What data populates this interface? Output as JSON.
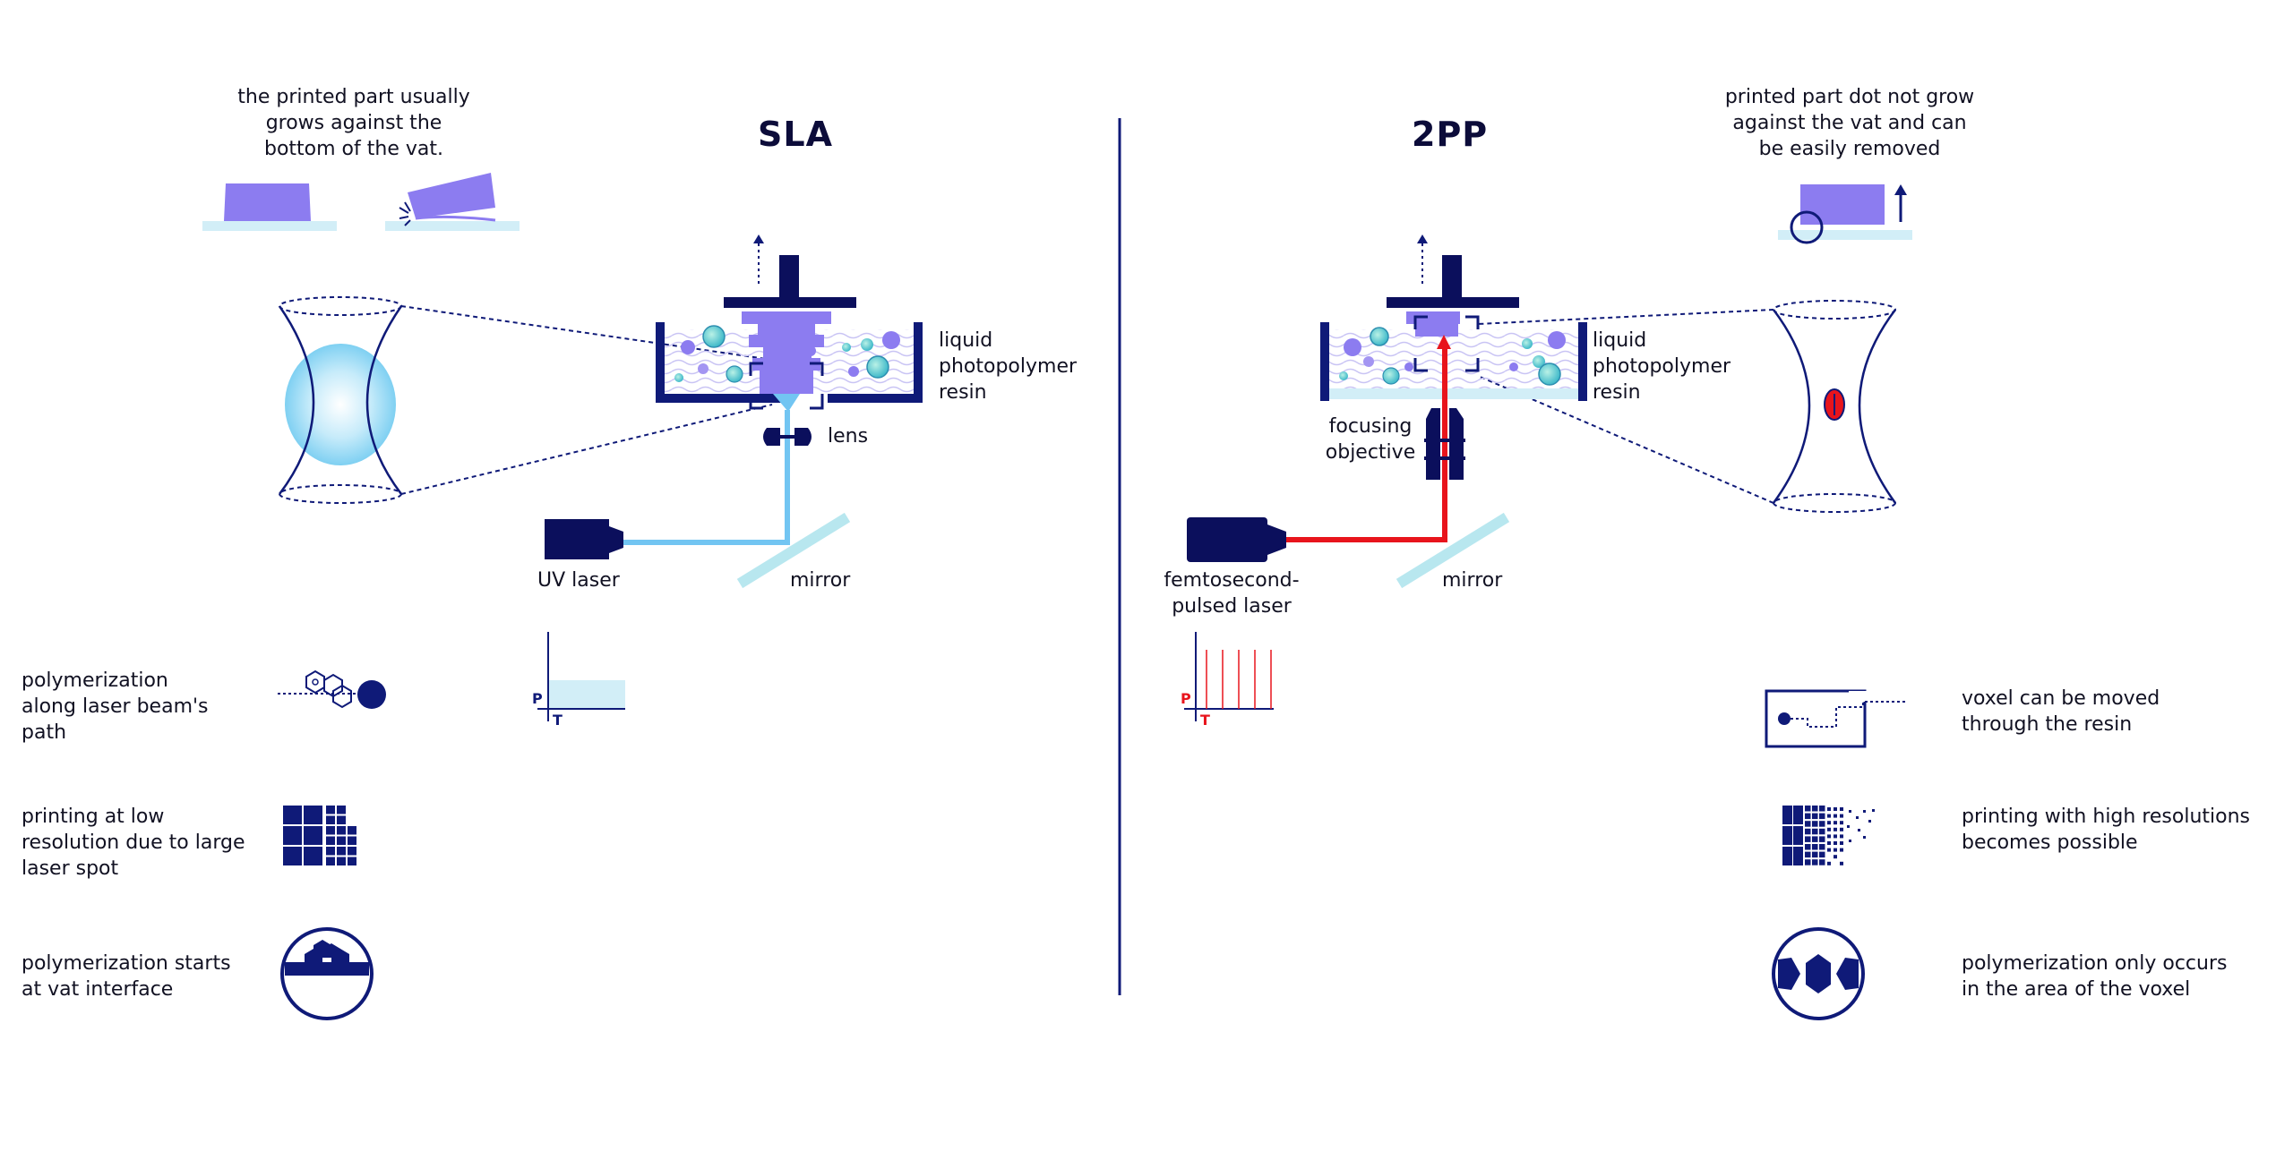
{
  "colors": {
    "navy": "#0f1a78",
    "dark_navy": "#0b0f5c",
    "purple": "#8c7cf0",
    "light_blue": "#72c5f2",
    "pale_blue": "#d2eef7",
    "red": "#e8141c"
  },
  "sla": {
    "title": "SLA",
    "note": "the printed part usually\ngrows against the\nbottom of the vat.",
    "resin_label": "liquid\nphotopolymer\nresin",
    "lens_label": "lens",
    "laser_label": "UV laser",
    "mirror_label": "mirror",
    "graph_p": "P",
    "graph_t": "T",
    "features": [
      {
        "text": "polymerization\nalong laser beam's\npath",
        "icon": "beam-path-icon"
      },
      {
        "text": "printing at low\nresolution due to large\nlaser spot",
        "icon": "low-resolution-grid-icon"
      },
      {
        "text": "polymerization starts\nat vat interface",
        "icon": "vat-interface-icon"
      }
    ]
  },
  "tpp": {
    "title": "2PP",
    "note": "printed part dot not grow\nagainst the vat and can\nbe easily removed",
    "resin_label": "liquid\nphotopolymer\nresin",
    "objective_label": "focusing\nobjective",
    "laser_label": "femtosecond-\npulsed laser",
    "mirror_label": "mirror",
    "graph_p": "P",
    "graph_t": "T",
    "features": [
      {
        "text": "voxel can be moved\nthrough the resin",
        "icon": "movable-voxel-icon"
      },
      {
        "text": "printing with high resolutions\nbecomes possible",
        "icon": "high-resolution-grid-icon"
      },
      {
        "text": "polymerization only occurs\nin the area of the voxel",
        "icon": "voxel-only-icon"
      }
    ]
  }
}
